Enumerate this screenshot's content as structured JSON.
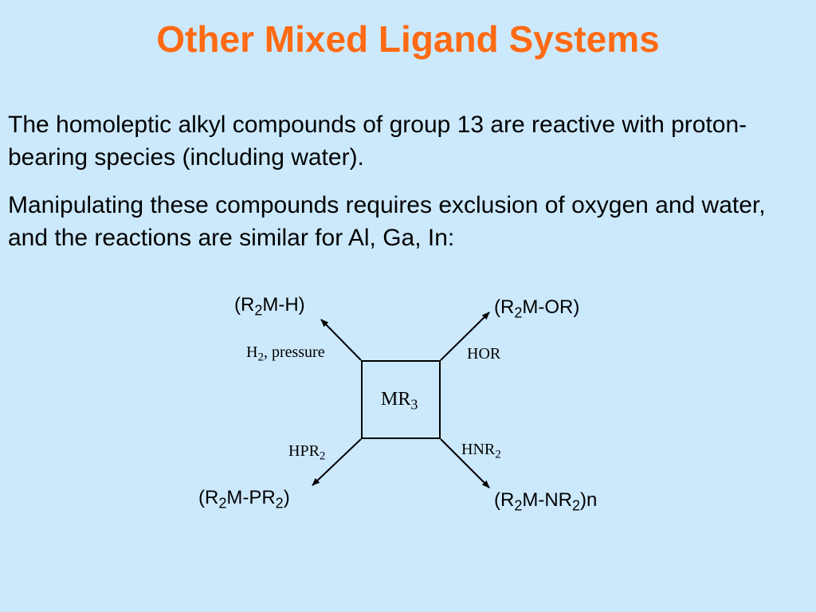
{
  "slide": {
    "title": "Other Mixed Ligand Systems",
    "paragraphs": [
      "The homoleptic alkyl compounds of group 13 are reactive with proton-bearing species (including water).",
      "Manipulating these compounds requires exclusion of oxygen and water, and the reactions are similar for Al, Ga, In:"
    ]
  },
  "scheme": {
    "center": {
      "base": "MR",
      "sub": "3"
    },
    "products": {
      "top_left": {
        "a": "(R",
        "sub1": "2",
        "b": "M-H)"
      },
      "top_right": {
        "a": "(R",
        "sub1": "2",
        "b": "M-OR)"
      },
      "bottom_left": {
        "a": "(R",
        "sub1": "2",
        "b": "M-PR",
        "sub2": "2",
        "c": ")"
      },
      "bottom_right": {
        "a": "(R",
        "sub1": "2",
        "b": "M-NR",
        "sub2": "2",
        "c": ")n"
      }
    },
    "reagents": {
      "top_left": {
        "a": "H",
        "sub1": "2",
        "b": ", pressure"
      },
      "top_right": {
        "a": "HOR"
      },
      "bottom_left": {
        "a": "HPR",
        "sub1": "2"
      },
      "bottom_right": {
        "a": "HNR",
        "sub1": "2"
      }
    }
  }
}
